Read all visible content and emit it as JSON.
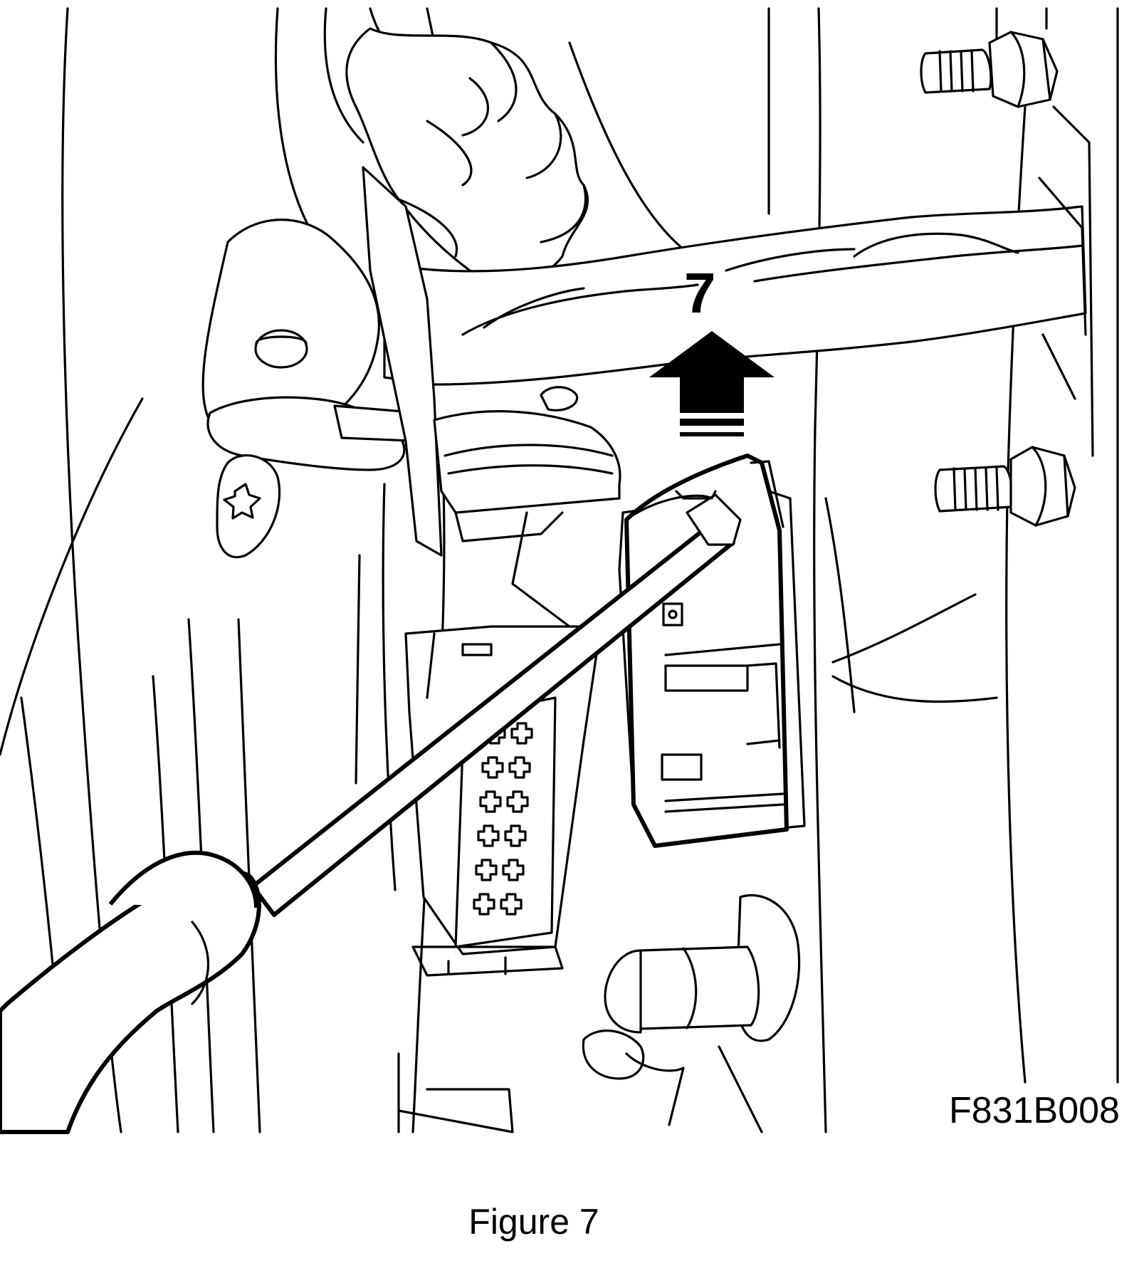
{
  "figure": {
    "callout_number": "7",
    "drawing_id": "F831B008",
    "caption": "Figure 7"
  },
  "colors": {
    "line": "#000000",
    "background": "#ffffff"
  }
}
